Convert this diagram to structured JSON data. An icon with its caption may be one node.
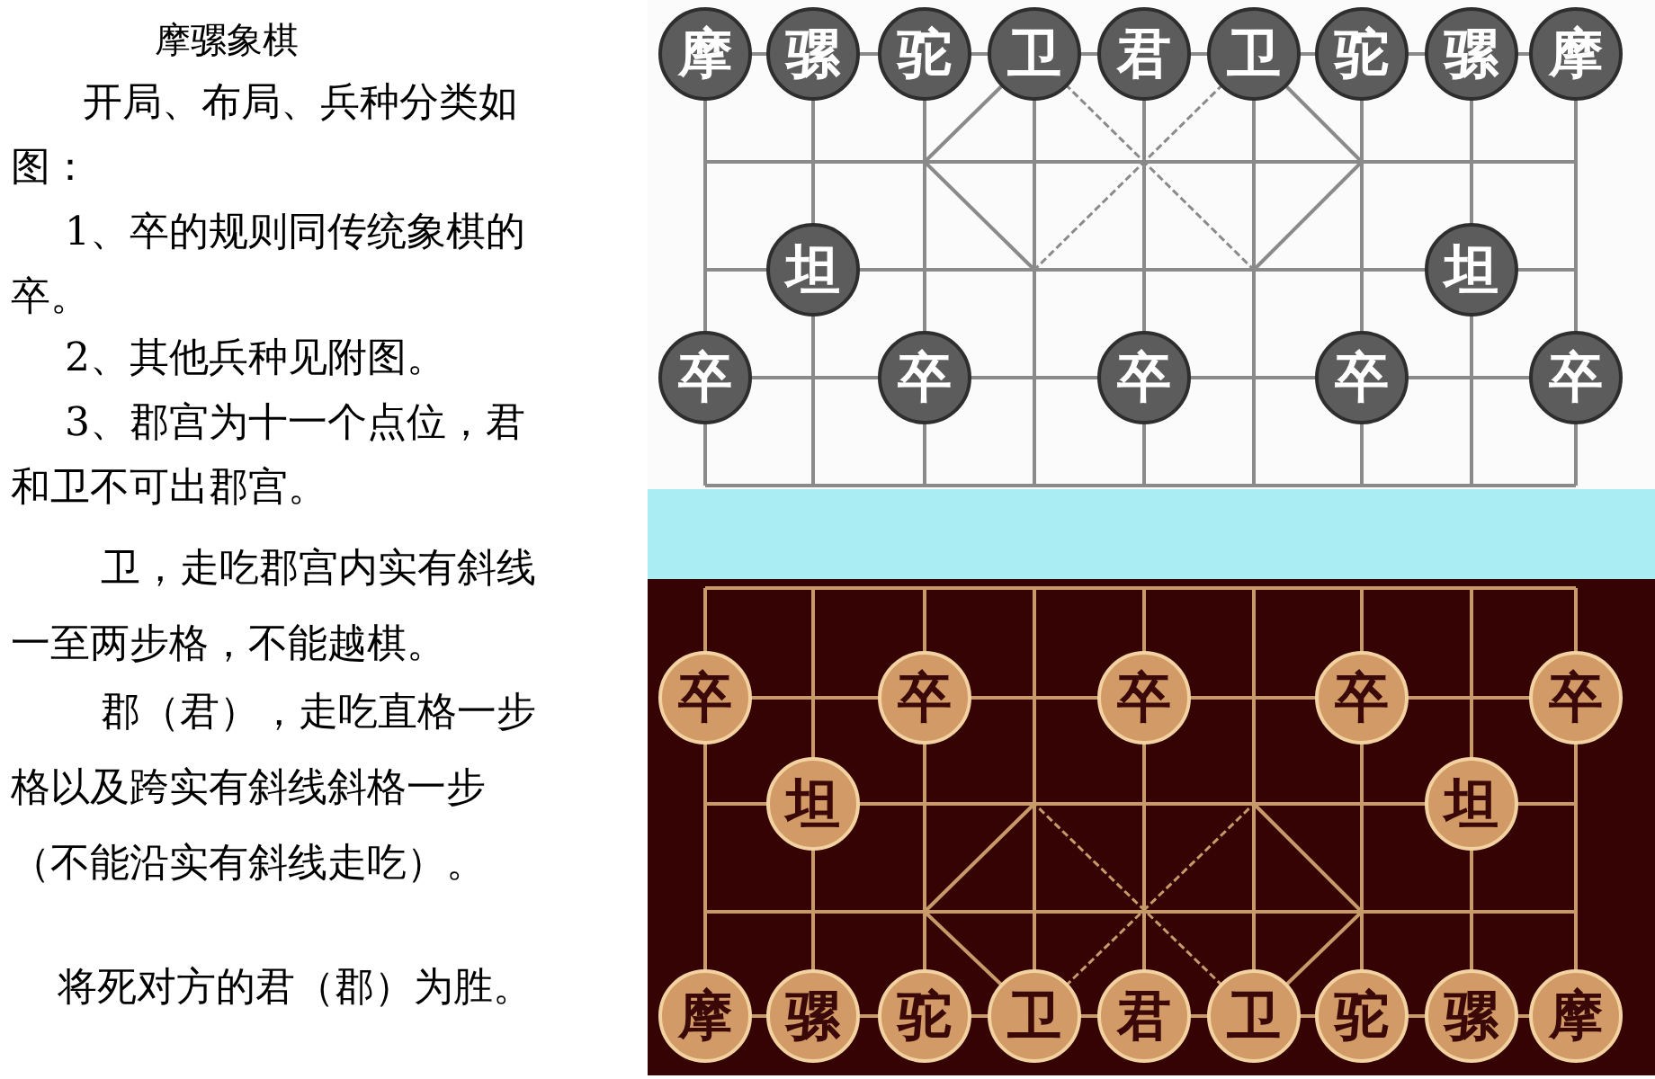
{
  "diagram": {
    "title": "摩骡象棋",
    "nodes": [
      {
        "text": [
          "摩"
        ]
      },
      {
        "text": [
          "骡"
        ]
      },
      {
        "text": [
          "驼"
        ]
      },
      {
        "text": [
          "卫"
        ]
      },
      {
        "text": [
          "君"
        ]
      },
      {
        "text": [
          "卫"
        ]
      },
      {
        "text": [
          "驼"
        ]
      },
      {
        "text": [
          "骡"
        ]
      },
      {
        "text": [
          "摩"
        ]
      },
      {
        "text": [
          "坦"
        ]
      },
      {
        "text": [
          "坦"
        ]
      },
      {
        "text": [
          "卒"
        ]
      },
      {
        "text": [
          "卒"
        ]
      },
      {
        "text": [
          "卒"
        ]
      },
      {
        "text": [
          "卒"
        ]
      },
      {
        "text": [
          "卒"
        ]
      },
      {
        "text": [
          "卒"
        ]
      },
      {
        "text": [
          "卒"
        ]
      },
      {
        "text": [
          "卒"
        ]
      },
      {
        "text": [
          "卒"
        ]
      },
      {
        "text": [
          "卒"
        ]
      },
      {
        "text": [
          "坦"
        ]
      },
      {
        "text": [
          "坦"
        ]
      },
      {
        "text": [
          "摩"
        ]
      },
      {
        "text": [
          "骡"
        ]
      },
      {
        "text": [
          "驼"
        ]
      },
      {
        "text": [
          "卫"
        ]
      },
      {
        "text": [
          "君"
        ]
      },
      {
        "text": [
          "卫"
        ]
      },
      {
        "text": [
          "驼"
        ]
      },
      {
        "text": [
          "骡"
        ]
      },
      {
        "text": [
          "摩"
        ]
      }
    ],
    "labels": [
      "开局、布局、兵种分类如图：",
      "1、卒的规则同传统象棋的卒。",
      "2、其他兵种见附图。",
      "3、郡宫为十一个点位，君和卫不可出郡宫。",
      "卫，走吃郡宫内实有斜线一至两步格，不能越棋。",
      "郡（君），走吃直格一步格以及跨实有斜线斜格一步（不能沿实有斜线走吃）。",
      "将死对方的君（郡）为胜。"
    ]
  }
}
